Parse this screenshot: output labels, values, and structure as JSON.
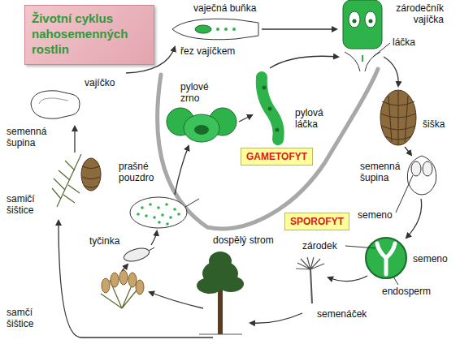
{
  "diagram": {
    "title": "Životní cyklus nahosemenných rostlin",
    "nodes": [
      {
        "text": [
          "GAMETOFYT"
        ]
      },
      {
        "text": [
          "SPOROFYT"
        ]
      }
    ],
    "labels": [
      "vaječná buňka",
      "řez vajíčkem",
      "zárodečník vajíčka",
      "láčka",
      "pylové zrno",
      "pylová láčka",
      "šiška",
      "semenná šupina",
      "semeno",
      "semeno",
      "zárodek",
      "endosperm",
      "semenáček",
      "dospělý strom",
      "tyčinka",
      "samčí šištice",
      "samičí šištice",
      "prašné pouzdro",
      "semenná šupina",
      "vajíčko"
    ]
  }
}
